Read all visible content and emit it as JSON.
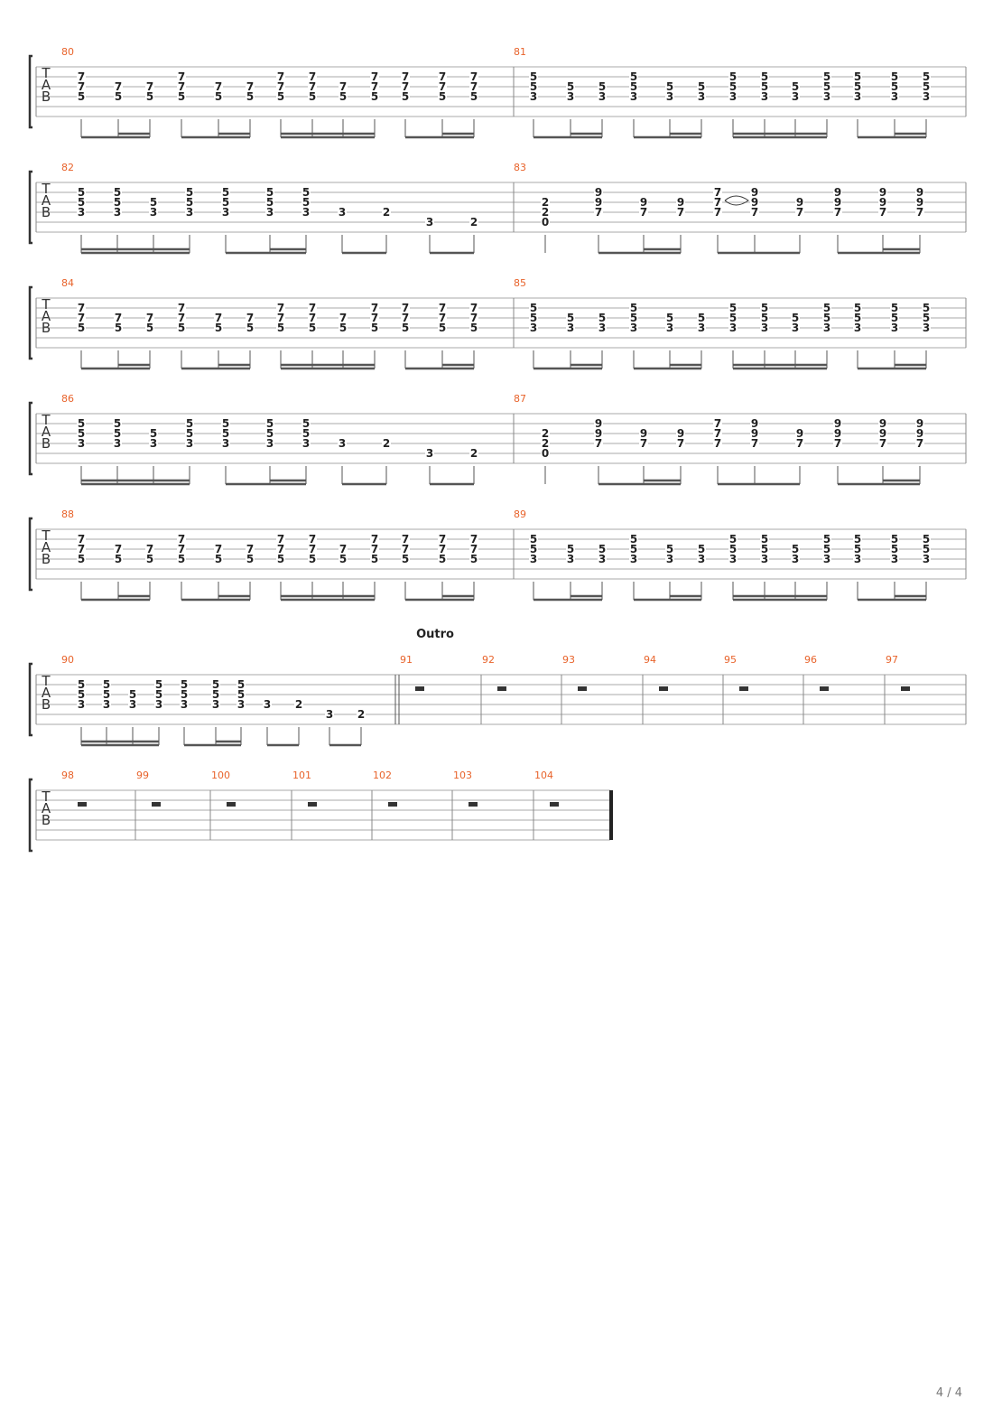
{
  "page": {
    "page_number": "4 / 4"
  },
  "tab_clef": [
    "T",
    "A",
    "B"
  ],
  "systems": [
    {
      "measures": [
        {
          "number": "80",
          "pattern": "A5"
        },
        {
          "number": "81",
          "pattern": "A3"
        }
      ]
    },
    {
      "measures": [
        {
          "number": "82",
          "pattern": "B"
        },
        {
          "number": "83",
          "pattern": "C",
          "symbol": "fish"
        }
      ]
    },
    {
      "measures": [
        {
          "number": "84",
          "pattern": "A5"
        },
        {
          "number": "85",
          "pattern": "A3"
        }
      ]
    },
    {
      "measures": [
        {
          "number": "86",
          "pattern": "B"
        },
        {
          "number": "87",
          "pattern": "C"
        }
      ]
    },
    {
      "measures": [
        {
          "number": "88",
          "pattern": "A5"
        },
        {
          "number": "89",
          "pattern": "A3"
        }
      ]
    },
    {
      "section": "Outro",
      "measures": [
        {
          "number": "90",
          "pattern": "B"
        },
        {
          "number": "91",
          "pattern": "rest"
        },
        {
          "number": "92",
          "pattern": "rest"
        },
        {
          "number": "93",
          "pattern": "rest"
        },
        {
          "number": "94",
          "pattern": "rest"
        },
        {
          "number": "95",
          "pattern": "rest"
        },
        {
          "number": "96",
          "pattern": "rest"
        },
        {
          "number": "97",
          "pattern": "rest"
        }
      ]
    },
    {
      "measures": [
        {
          "number": "98",
          "pattern": "rest"
        },
        {
          "number": "99",
          "pattern": "rest"
        },
        {
          "number": "100",
          "pattern": "rest"
        },
        {
          "number": "101",
          "pattern": "rest"
        },
        {
          "number": "102",
          "pattern": "rest"
        },
        {
          "number": "103",
          "pattern": "rest"
        },
        {
          "number": "104",
          "pattern": "rest"
        }
      ]
    }
  ],
  "patterns": {
    "A5": {
      "notes": [
        {
          "frets": [
            "7",
            "7",
            "5"
          ],
          "strings": [
            2,
            3,
            4
          ]
        },
        {
          "frets": [
            "7",
            "5"
          ],
          "strings": [
            3,
            4
          ]
        },
        {
          "frets": [
            "7",
            "5"
          ],
          "strings": [
            3,
            4
          ]
        },
        {
          "frets": [
            "7",
            "7",
            "5"
          ],
          "strings": [
            2,
            3,
            4
          ]
        },
        {
          "frets": [
            "7",
            "5"
          ],
          "strings": [
            3,
            4
          ]
        },
        {
          "frets": [
            "7",
            "5"
          ],
          "strings": [
            3,
            4
          ]
        },
        {
          "frets": [
            "7",
            "7",
            "5"
          ],
          "strings": [
            2,
            3,
            4
          ]
        },
        {
          "frets": [
            "7",
            "7",
            "5"
          ],
          "strings": [
            2,
            3,
            4
          ]
        },
        {
          "frets": [
            "7",
            "5"
          ],
          "strings": [
            3,
            4
          ]
        },
        {
          "frets": [
            "7",
            "7",
            "5"
          ],
          "strings": [
            2,
            3,
            4
          ]
        },
        {
          "frets": [
            "7",
            "7",
            "5"
          ],
          "strings": [
            2,
            3,
            4
          ]
        },
        {
          "frets": [
            "7",
            "7",
            "5"
          ],
          "strings": [
            2,
            3,
            4
          ]
        },
        {
          "frets": [
            "7",
            "7",
            "5"
          ],
          "strings": [
            2,
            3,
            4
          ]
        }
      ]
    },
    "A3": {
      "notes": [
        {
          "frets": [
            "5",
            "5",
            "3"
          ],
          "strings": [
            2,
            3,
            4
          ]
        },
        {
          "frets": [
            "5",
            "3"
          ],
          "strings": [
            3,
            4
          ]
        },
        {
          "frets": [
            "5",
            "3"
          ],
          "strings": [
            3,
            4
          ]
        },
        {
          "frets": [
            "5",
            "5",
            "3"
          ],
          "strings": [
            2,
            3,
            4
          ]
        },
        {
          "frets": [
            "5",
            "3"
          ],
          "strings": [
            3,
            4
          ]
        },
        {
          "frets": [
            "5",
            "3"
          ],
          "strings": [
            3,
            4
          ]
        },
        {
          "frets": [
            "5",
            "5",
            "3"
          ],
          "strings": [
            2,
            3,
            4
          ]
        },
        {
          "frets": [
            "5",
            "5",
            "3"
          ],
          "strings": [
            2,
            3,
            4
          ]
        },
        {
          "frets": [
            "5",
            "3"
          ],
          "strings": [
            3,
            4
          ]
        },
        {
          "frets": [
            "5",
            "5",
            "3"
          ],
          "strings": [
            2,
            3,
            4
          ]
        },
        {
          "frets": [
            "5",
            "5",
            "3"
          ],
          "strings": [
            2,
            3,
            4
          ]
        },
        {
          "frets": [
            "5",
            "5",
            "3"
          ],
          "strings": [
            2,
            3,
            4
          ]
        },
        {
          "frets": [
            "5",
            "5",
            "3"
          ],
          "strings": [
            2,
            3,
            4
          ]
        }
      ]
    },
    "B": {
      "notes": [
        {
          "frets": [
            "5",
            "5",
            "3"
          ],
          "strings": [
            2,
            3,
            4
          ]
        },
        {
          "frets": [
            "5",
            "5",
            "3"
          ],
          "strings": [
            2,
            3,
            4
          ]
        },
        {
          "frets": [
            "5",
            "3"
          ],
          "strings": [
            3,
            4
          ]
        },
        {
          "frets": [
            "5",
            "5",
            "3"
          ],
          "strings": [
            2,
            3,
            4
          ]
        },
        {
          "frets": [
            "5",
            "5",
            "3"
          ],
          "strings": [
            2,
            3,
            4
          ]
        },
        {
          "frets": [
            "5",
            "5",
            "3"
          ],
          "strings": [
            2,
            3,
            4
          ]
        },
        {
          "frets": [
            "5",
            "5",
            "3"
          ],
          "strings": [
            2,
            3,
            4
          ]
        },
        {
          "frets": [
            "3"
          ],
          "strings": [
            4
          ]
        },
        {
          "frets": [
            "2"
          ],
          "strings": [
            4
          ]
        },
        {
          "frets": [
            "3"
          ],
          "strings": [
            5
          ]
        },
        {
          "frets": [
            "2"
          ],
          "strings": [
            5
          ]
        }
      ]
    },
    "C": {
      "notes": [
        {
          "frets": [
            "2",
            "2",
            "0"
          ],
          "strings": [
            3,
            4,
            5
          ]
        },
        {
          "frets": [
            "9",
            "9",
            "7"
          ],
          "strings": [
            2,
            3,
            4
          ]
        },
        {
          "frets": [
            "9",
            "7"
          ],
          "strings": [
            3,
            4
          ]
        },
        {
          "frets": [
            "9",
            "7"
          ],
          "strings": [
            3,
            4
          ]
        },
        {
          "frets": [
            "7",
            "7",
            "7"
          ],
          "strings": [
            2,
            3,
            4
          ]
        },
        {
          "frets": [
            "9",
            "9",
            "7"
          ],
          "strings": [
            2,
            3,
            4
          ]
        },
        {
          "frets": [
            "9",
            "7"
          ],
          "strings": [
            3,
            4
          ]
        },
        {
          "frets": [
            "9",
            "9",
            "7"
          ],
          "strings": [
            2,
            3,
            4
          ]
        },
        {
          "frets": [
            "9",
            "9",
            "7"
          ],
          "strings": [
            2,
            3,
            4
          ]
        },
        {
          "frets": [
            "9",
            "9",
            "7"
          ],
          "strings": [
            2,
            3,
            4
          ]
        }
      ]
    }
  }
}
